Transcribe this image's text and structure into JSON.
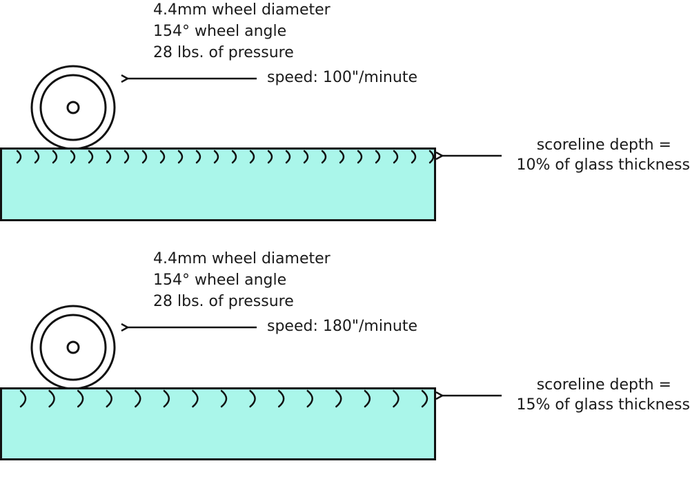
{
  "colors": {
    "glass_fill": "#aaf6ea",
    "outline": "#111111",
    "text": "#1a1a1a"
  },
  "panels": [
    {
      "settings": [
        "4.4mm wheel diameter",
        "154° wheel angle",
        "28 lbs. of pressure"
      ],
      "speed": "speed: 100\"/minute",
      "depth_line1": "scoreline depth =",
      "depth_line2": "10% of glass thickness",
      "score_mark_count": 24
    },
    {
      "settings": [
        "4.4mm wheel diameter",
        "154° wheel angle",
        "28 lbs. of pressure"
      ],
      "speed": "speed: 180\"/minute",
      "depth_line1": "scoreline depth =",
      "depth_line2": "15% of glass thickness",
      "score_mark_count": 15
    }
  ]
}
